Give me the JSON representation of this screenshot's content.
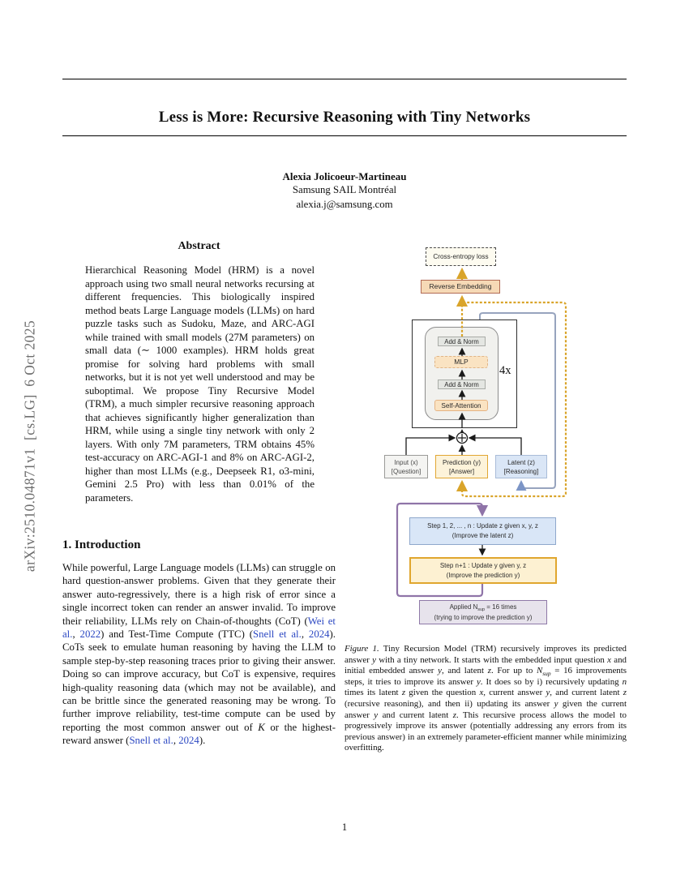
{
  "page": {
    "arxiv_stamp": "arXiv:2510.04871v1  [cs.LG]  6 Oct 2025",
    "page_number": "1"
  },
  "header": {
    "title": "Less is More: Recursive Reasoning with Tiny Networks",
    "author": "Alexia Jolicoeur-Martineau",
    "affiliation": "Samsung SAIL Montréal",
    "email": "alexia.j@samsung.com"
  },
  "abstract": {
    "heading": "Abstract",
    "text": "Hierarchical Reasoning Model (HRM) is a novel approach using two small neural networks recursing at different frequencies. This biologically inspired method beats Large Language models (LLMs) on hard puzzle tasks such as Sudoku, Maze, and ARC-AGI while trained with small models (27M parameters) on small data (∼ 1000 examples). HRM holds great promise for solving hard problems with small networks, but it is not yet well understood and may be suboptimal. We propose Tiny Recursive Model (TRM), a much simpler recursive reasoning approach that achieves significantly higher generalization than HRM, while using a single tiny network with only 2 layers. With only 7M parameters, TRM obtains 45% test-accuracy on ARC-AGI-1 and 8% on ARC-AGI-2, higher than most LLMs (e.g., Deepseek R1, o3-mini, Gemini 2.5 Pro) with less than 0.01% of the parameters."
  },
  "introduction": {
    "heading": "1. Introduction",
    "paragraph_runs": [
      {
        "t": "While powerful, Large Language models (LLMs) can struggle on hard question-answer problems.  Given that they generate their answer auto-regressively, there is a high risk of error since a single incorrect token can render an answer invalid.  To improve their reliability, LLMs rely on Chain-of-thoughts (CoT) ("
      },
      {
        "t": "Wei et al.",
        "s": "link"
      },
      {
        "t": ", "
      },
      {
        "t": "2022",
        "s": "link"
      },
      {
        "t": ") and Test-Time Compute (TTC) ("
      },
      {
        "t": "Snell et al.",
        "s": "link"
      },
      {
        "t": ", "
      },
      {
        "t": "2024",
        "s": "link"
      },
      {
        "t": "). CoTs seek to emulate human reasoning by having the LLM to sample step-by-step reasoning traces prior to giving their answer. Doing so can improve accuracy, but CoT is expensive, requires high-quality reasoning data (which may not be available), and can be brittle since the generated reasoning may be wrong. To further improve reliability, test-time compute can be used by reporting the most common answer out of "
      },
      {
        "t": "K",
        "s": "i"
      },
      {
        "t": " or the highest-reward answer ("
      },
      {
        "t": "Snell et al.",
        "s": "link"
      },
      {
        "t": ", "
      },
      {
        "t": "2024",
        "s": "link"
      },
      {
        "t": ")."
      }
    ]
  },
  "figure": {
    "diagram": {
      "cross_entropy_label": "Cross-entropy loss",
      "reverse_embedding_label": "Reverse Embedding",
      "add_norm_top_label": "Add & Norm",
      "mlp_label": "MLP",
      "add_norm_bottom_label": "Add & Norm",
      "self_attention_label": "Self-Attention",
      "repeat_label": "4x",
      "input_box": [
        "Input (x)",
        "[Question]"
      ],
      "prediction_box": [
        "Prediction (y)",
        "[Answer]"
      ],
      "latent_box": [
        "Latent (z)",
        "[Reasoning]"
      ],
      "step_z_box": [
        "Step 1, 2, ... , n : Update z given x, y, z",
        "(Improve the latent z)"
      ],
      "step_y_box": [
        "Step n+1 : Update y given y, z",
        "(Improve the prediction y)"
      ],
      "applied_line1_runs": [
        {
          "t": "Applied N"
        },
        {
          "t": "sup",
          "s": "sub"
        },
        {
          "t": " = 16 times"
        }
      ],
      "applied_line2": "(trying to improve the prediction y)",
      "colors": {
        "gold_accent": "#d9a42a",
        "blue_accent": "#8fa8cc",
        "purple_accent": "#8f74a8",
        "orange_fill": "#fdf1d2",
        "blue_fill": "#d9e6f7",
        "purple_fill": "#e7e3ec",
        "peach_fill": "#f6d9b6"
      }
    },
    "caption_runs": [
      {
        "t": "Figure 1.",
        "s": "i"
      },
      {
        "t": " Tiny Recursion Model (TRM) recursively improves its predicted answer "
      },
      {
        "t": "y",
        "s": "i"
      },
      {
        "t": " with a tiny network. It starts with the embedded input question "
      },
      {
        "t": "x",
        "s": "i"
      },
      {
        "t": " and initial embedded answer "
      },
      {
        "t": "y",
        "s": "i"
      },
      {
        "t": ", and latent "
      },
      {
        "t": "z",
        "s": "i"
      },
      {
        "t": ". For up to "
      },
      {
        "t": "N",
        "s": "i"
      },
      {
        "t": "sup",
        "s": "isub"
      },
      {
        "t": " = 16 improvements steps, it tries to improve its answer "
      },
      {
        "t": "y",
        "s": "i"
      },
      {
        "t": ". It does so by i) recursively updating "
      },
      {
        "t": "n",
        "s": "i"
      },
      {
        "t": " times its latent "
      },
      {
        "t": "z",
        "s": "i"
      },
      {
        "t": " given the question "
      },
      {
        "t": "x",
        "s": "i"
      },
      {
        "t": ", current answer "
      },
      {
        "t": "y",
        "s": "i"
      },
      {
        "t": ", and current latent "
      },
      {
        "t": "z",
        "s": "i"
      },
      {
        "t": " (recursive reasoning), and then ii) updating its answer "
      },
      {
        "t": "y",
        "s": "i"
      },
      {
        "t": " given the current answer "
      },
      {
        "t": "y",
        "s": "i"
      },
      {
        "t": " and current latent "
      },
      {
        "t": "z",
        "s": "i"
      },
      {
        "t": ". This recursive process allows the model to progressively improve its answer (potentially addressing any errors from its previous answer) in an extremely parameter-efficient manner while minimizing overfitting."
      }
    ]
  }
}
